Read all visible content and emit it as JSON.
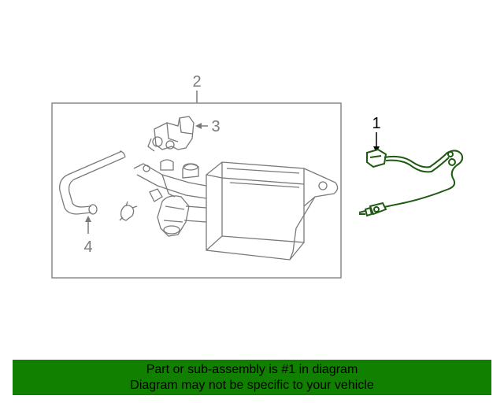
{
  "colors": {
    "drawing": "#7a7a7a",
    "highlight_part": "#1e5a12",
    "callout_text_grey": "#7a7a7a",
    "callout_text_black": "#000000",
    "banner_bg": "#118000",
    "banner_text": "#000000"
  },
  "callouts": {
    "c1": "1",
    "c2": "2",
    "c3": "3",
    "c4": "4"
  },
  "banner": {
    "line1": "Part or sub-assembly is #1 in diagram",
    "line2": "Diagram may not be specific to your vehicle"
  }
}
